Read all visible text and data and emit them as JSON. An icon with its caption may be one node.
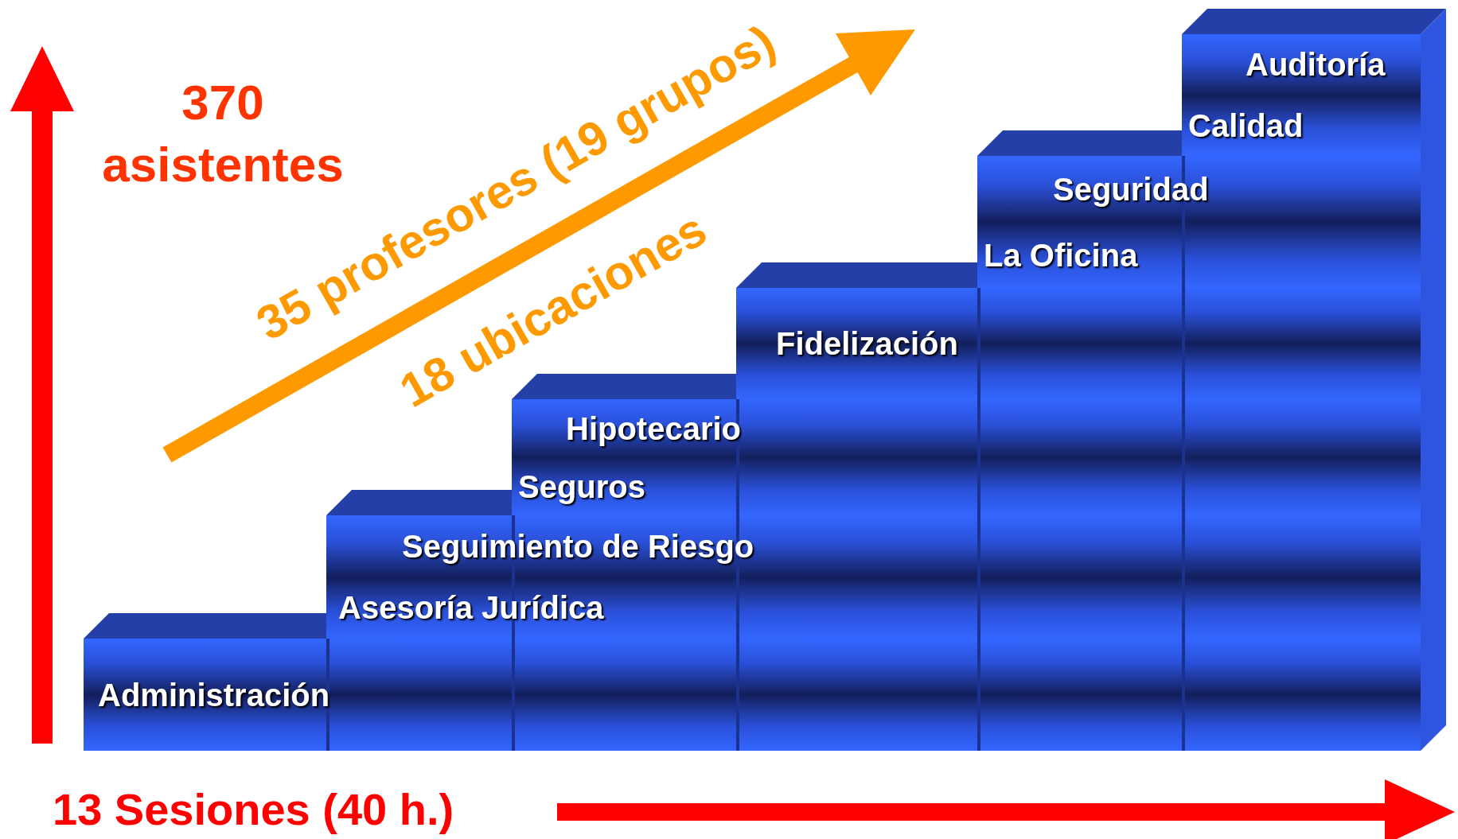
{
  "diagram": {
    "nodes": [
      {
        "text": [
          "Administración"
        ]
      },
      {
        "text": [
          "Seguimiento de Riesgo",
          "Asesoría Jurídica"
        ]
      },
      {
        "text": [
          "Hipotecario",
          "Seguros"
        ]
      },
      {
        "text": [
          "Fidelización"
        ]
      },
      {
        "text": [
          "Seguridad",
          "La Oficina"
        ]
      },
      {
        "text": [
          "Auditoría",
          "Calidad"
        ]
      }
    ],
    "edges": [],
    "labels": [
      "370 asistentes",
      "35 profesores (19 grupos)",
      "18 ubicaciones",
      "13 Sesiones (40 h.)"
    ]
  }
}
